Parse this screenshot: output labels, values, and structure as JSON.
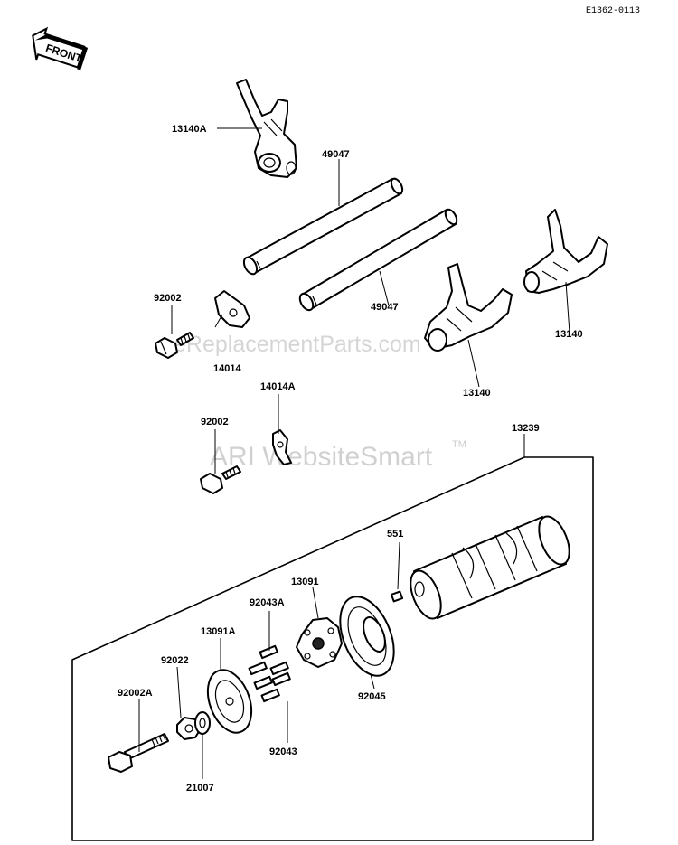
{
  "doc_id": "E1362-0113",
  "front_badge": "FRONT",
  "watermarks": {
    "site": "eReplacementParts.com",
    "ari": "ARI WebsiteSmart",
    "ari_tm": "TM"
  },
  "callouts": {
    "p13140A": "13140A",
    "p49047_top": "49047",
    "p49047_bottom": "49047",
    "p92002_top": "92002",
    "p14014": "14014",
    "p13140_right": "13140",
    "p13140_mid": "13140",
    "p14014A": "14014A",
    "p92002_mid": "92002",
    "p13239": "13239",
    "p551": "551",
    "p13091": "13091",
    "p92043A": "92043A",
    "p13091A": "13091A",
    "p92022": "92022",
    "p92002A": "92002A",
    "p92045": "92045",
    "p92043": "92043",
    "p21007": "21007"
  }
}
